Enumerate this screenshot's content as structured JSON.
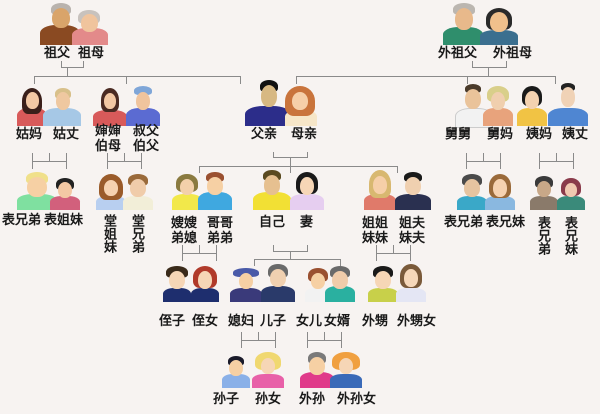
{
  "diagram": {
    "type": "family-tree",
    "language": "zh-CN",
    "line_color": "#8a8a8a",
    "background": "#f7f3f1"
  },
  "generations": {
    "grandparents_paternal": {
      "grandfather": "祖父",
      "grandmother": "祖母"
    },
    "grandparents_maternal": {
      "grandfather": "外祖父",
      "grandmother": "外祖母"
    },
    "paternal_aunt_couple": {
      "aunt": "姑妈",
      "uncle": "姑丈"
    },
    "paternal_uncle_couple": {
      "aunt": "婶婶\n伯母",
      "uncle": "叔父\n伯父"
    },
    "parents": {
      "father": "父亲",
      "mother": "母亲"
    },
    "maternal_uncle_couple": {
      "uncle": "舅舅",
      "aunt": "舅妈"
    },
    "maternal_aunt_couple": {
      "aunt": "姨妈",
      "uncle": "姨丈"
    },
    "cousins_paternal_aunt": {
      "male": "表兄弟",
      "female": "表姐妹"
    },
    "cousins_paternal_uncle": {
      "female": "堂姐妹",
      "male": "堂兄弟"
    },
    "siblings_brother_couple": {
      "wife": "嫂嫂\n弟媳",
      "brother": "哥哥\n弟弟"
    },
    "self_couple": {
      "self": "自己",
      "wife": "妻"
    },
    "siblings_sister_couple": {
      "sister": "姐姐\n妹妹",
      "husband": "姐夫\n妹夫"
    },
    "cousins_maternal_uncle": {
      "male": "表兄弟",
      "female": "表兄妹"
    },
    "cousins_maternal_aunt": {
      "male": "表兄弟",
      "female": "表兄妹"
    },
    "nephew_niece_brother": {
      "nephew": "侄子",
      "niece": "侄女"
    },
    "son_couple": {
      "wife": "媳妇",
      "son": "儿子"
    },
    "daughter_couple": {
      "daughter": "女儿",
      "husband": "女婿"
    },
    "nephew_niece_sister": {
      "nephew": "外甥",
      "niece": "外甥女"
    },
    "grandchildren_son": {
      "grandson": "孙子",
      "granddaughter": "孙女"
    },
    "grandchildren_daughter": {
      "grandson": "外孙",
      "granddaughter": "外孙女"
    }
  }
}
